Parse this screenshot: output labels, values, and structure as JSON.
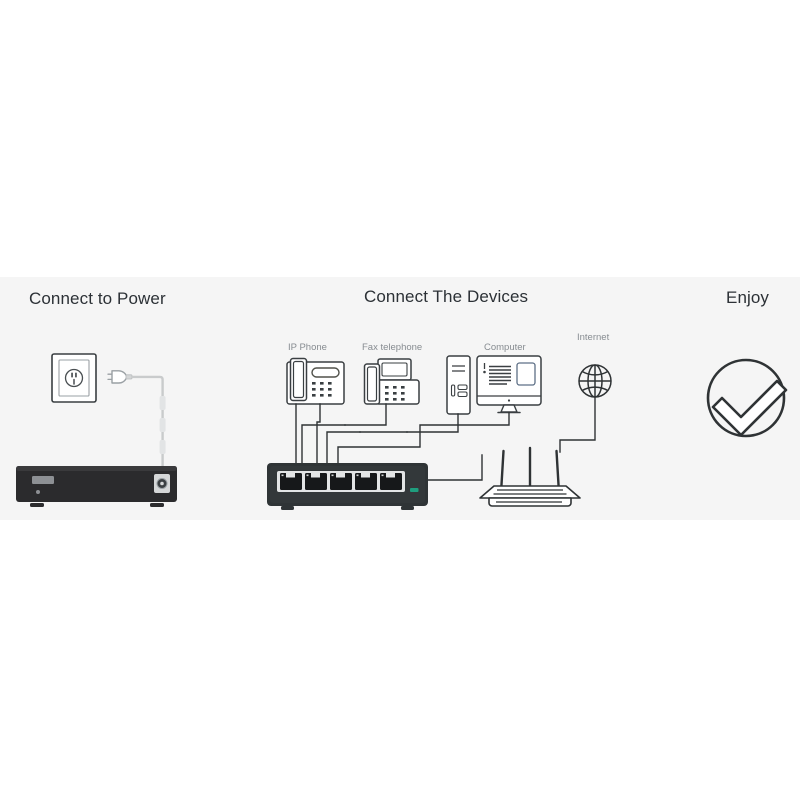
{
  "panels": [
    {
      "id": "power",
      "heading": "Connect to Power"
    },
    {
      "id": "devices",
      "heading": "Connect The Devices"
    },
    {
      "id": "enjoy",
      "heading": "Enjoy"
    }
  ],
  "device_labels": {
    "ip_phone": "IP Phone",
    "fax_telephone": "Fax telephone",
    "computer": "Computer",
    "internet": "Internet"
  },
  "icons": {
    "wall_outlet": "wall-outlet-icon",
    "power_plug": "power-plug-icon",
    "power_cable": "power-cable",
    "switch_rear": "network-switch-rear-icon",
    "switch_front": "network-switch-front-icon",
    "ip_phone": "ip-phone-icon",
    "fax_telephone": "fax-telephone-icon",
    "computer_tower": "computer-tower-icon",
    "computer_monitor": "computer-monitor-icon",
    "internet_globe": "globe-icon",
    "wireless_router": "wireless-router-icon",
    "check_circle": "check-circle-icon"
  },
  "colors": {
    "band_background": "#f5f5f5",
    "page_background": "#ffffff",
    "heading_text": "#2c3136",
    "label_text": "#878c91",
    "line_art": "#333739",
    "device_body_dark": "#2b2b2d",
    "switch_body": "#2f3436",
    "port_metal": "#d8dadb",
    "led_green": "#1f9e7e",
    "cable_grey": "#c9cbcc"
  },
  "switch": {
    "port_count": 5,
    "led_count": 1
  },
  "router": {
    "antenna_count": 3
  }
}
